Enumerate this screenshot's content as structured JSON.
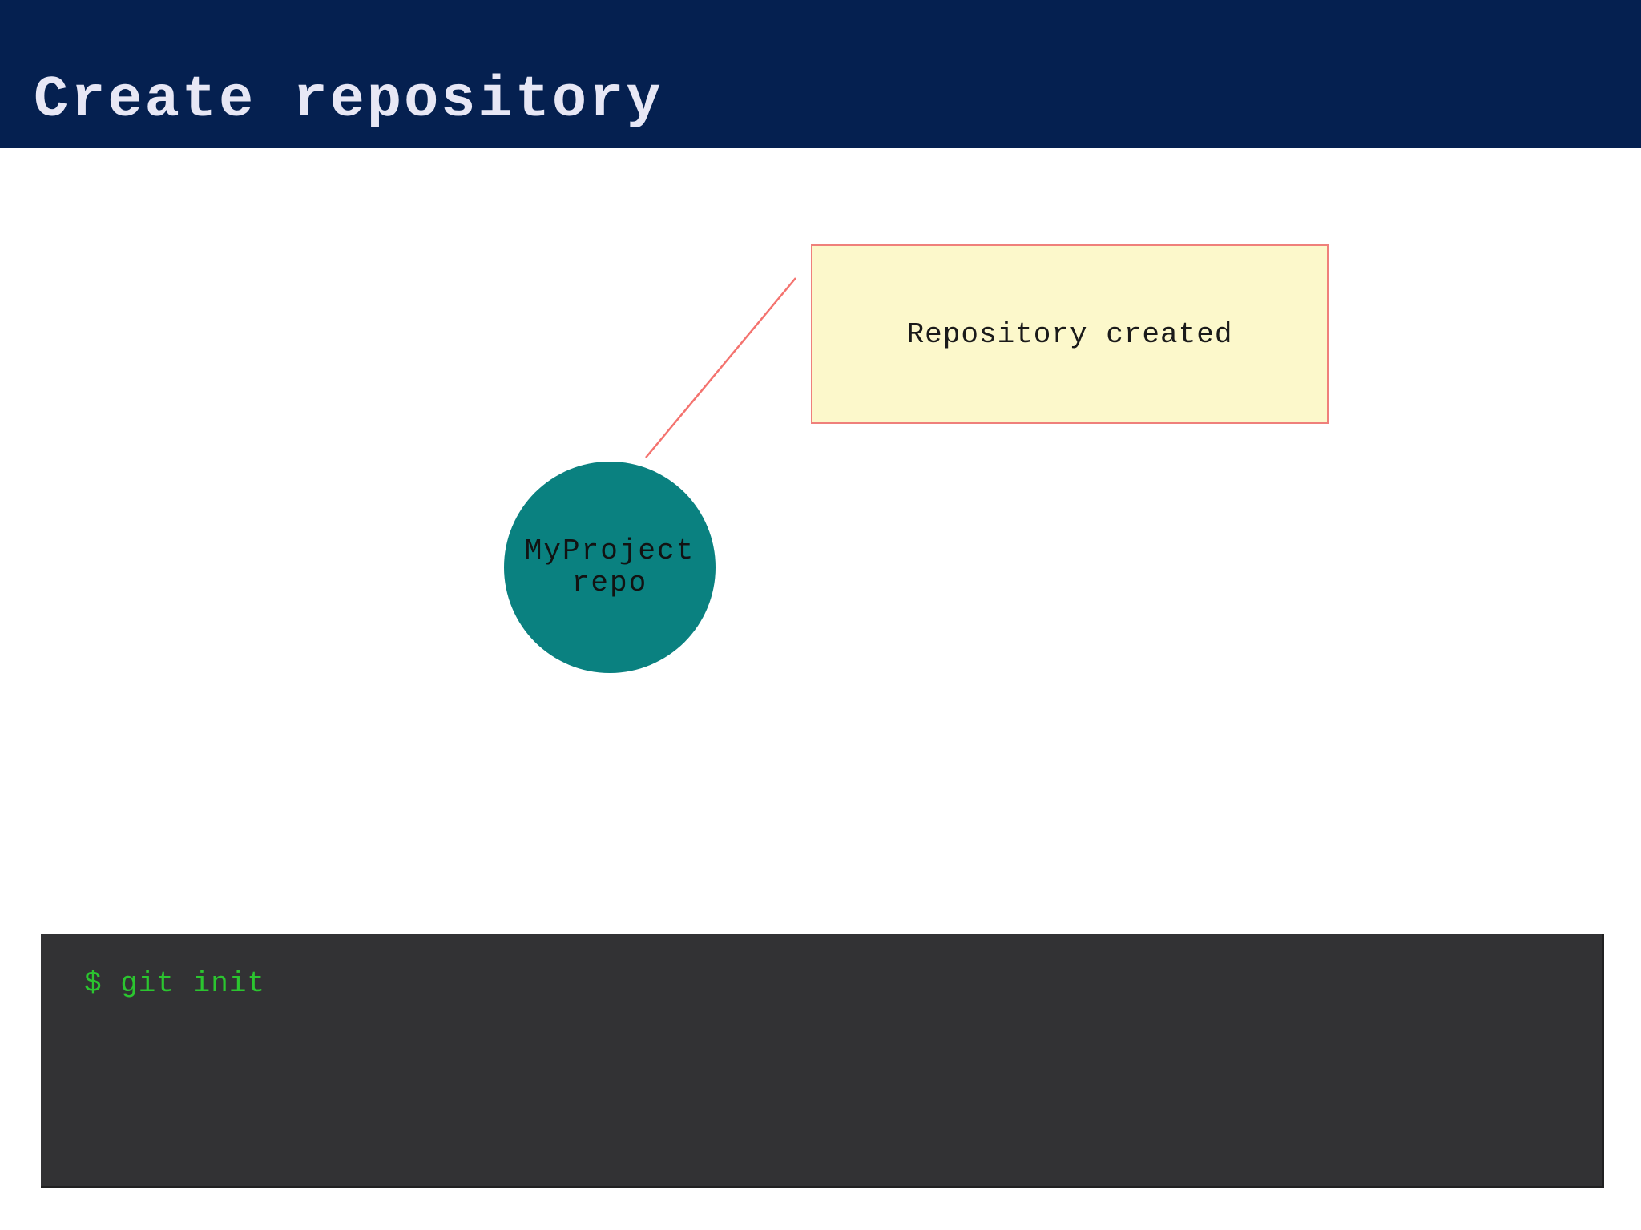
{
  "slide": {
    "title": "Create repository"
  },
  "callout": {
    "text": "Repository created"
  },
  "node": {
    "label_line1": "MyProject",
    "label_line2": "repo"
  },
  "terminal": {
    "command": "$ git init"
  },
  "colors": {
    "header_bg": "#052050",
    "title_color": "#e7e7f5",
    "callout_bg": "#fcf8cb",
    "callout_border": "#ef807b",
    "connector": "#f4736f",
    "node_fill": "#0a8180",
    "node_text": "#121212",
    "terminal_bg": "#323234",
    "terminal_text": "#2bc52f"
  }
}
